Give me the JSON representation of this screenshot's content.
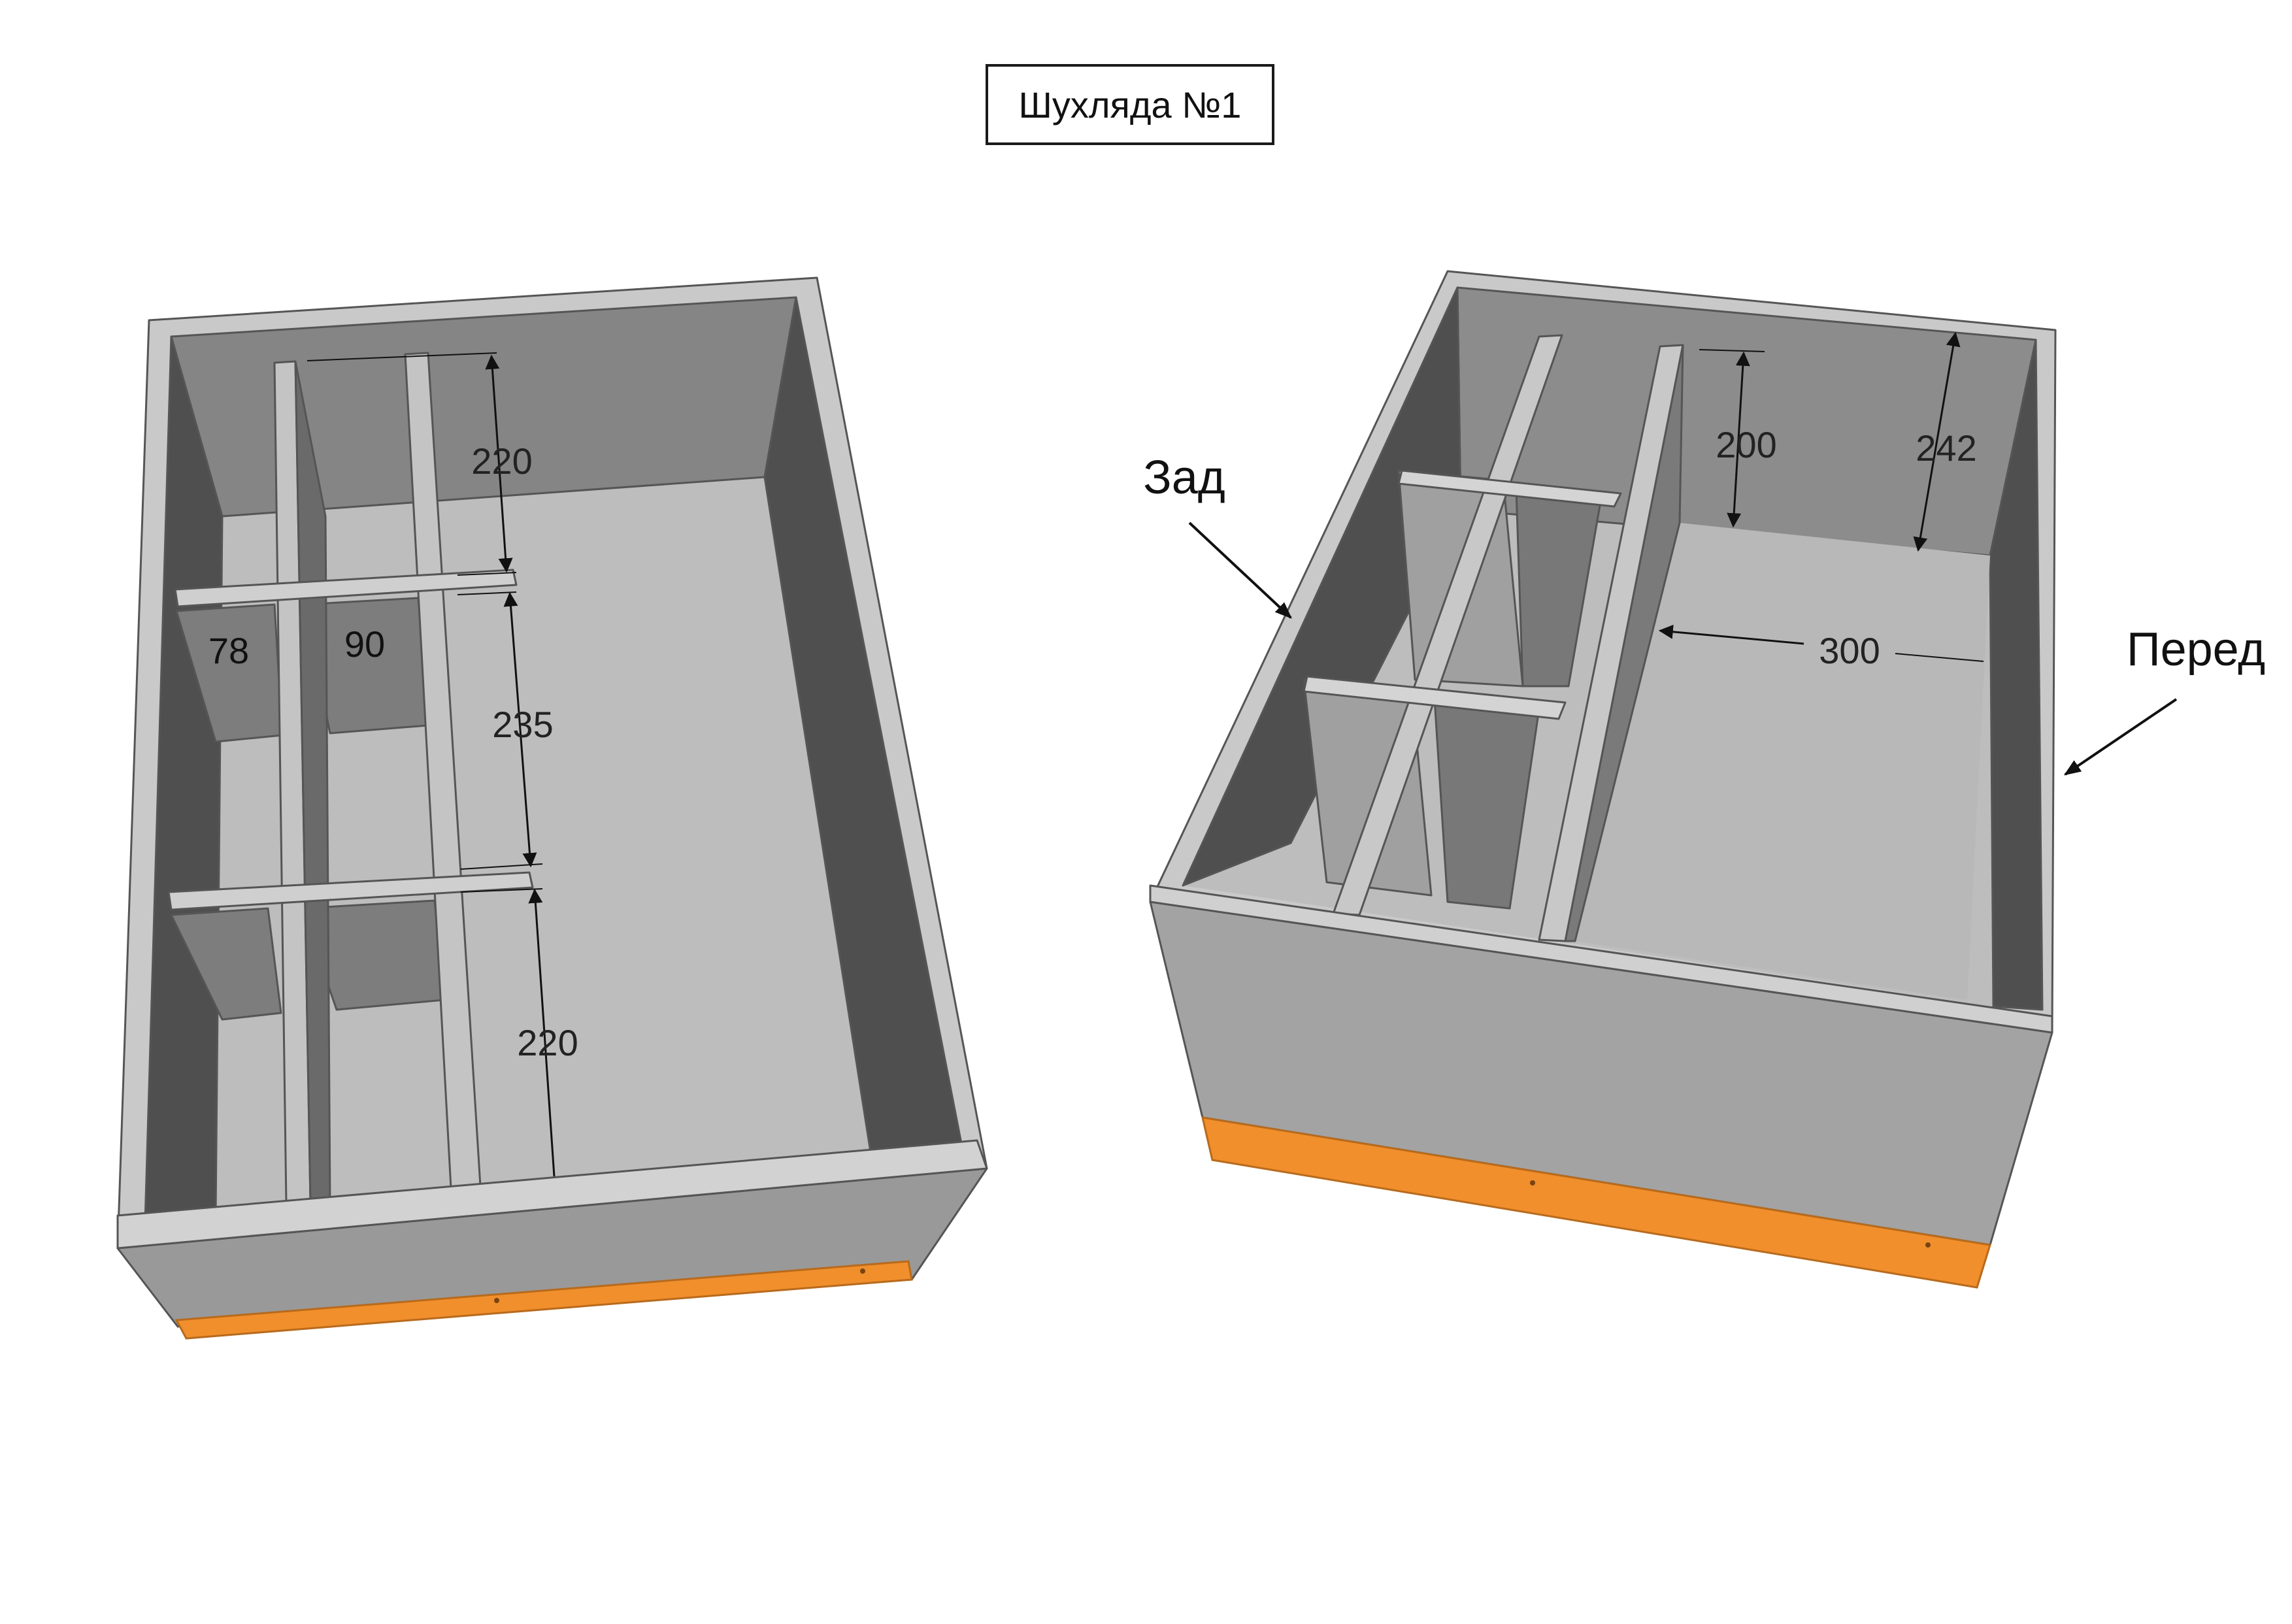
{
  "title": "Шухляда №1",
  "left_view": {
    "dims": {
      "top_gap": "220",
      "middle_gap": "235",
      "bottom_gap": "220",
      "compartment_a": "78",
      "compartment_b": "90"
    }
  },
  "right_view": {
    "dims": {
      "inner_height": "200",
      "outer_height": "242",
      "width": "300"
    },
    "labels": {
      "back": "Зад",
      "front": "Перед"
    }
  },
  "colors": {
    "rim": "#c9c9c9",
    "rim_edge": "#555555",
    "dark_wall": "#4f4f4f",
    "mid_wall": "#858585",
    "floor": "#bdbdbd",
    "front_panel": "#a3a3a3",
    "trim": "#f08f2c",
    "trim_dark": "#c9731f"
  }
}
